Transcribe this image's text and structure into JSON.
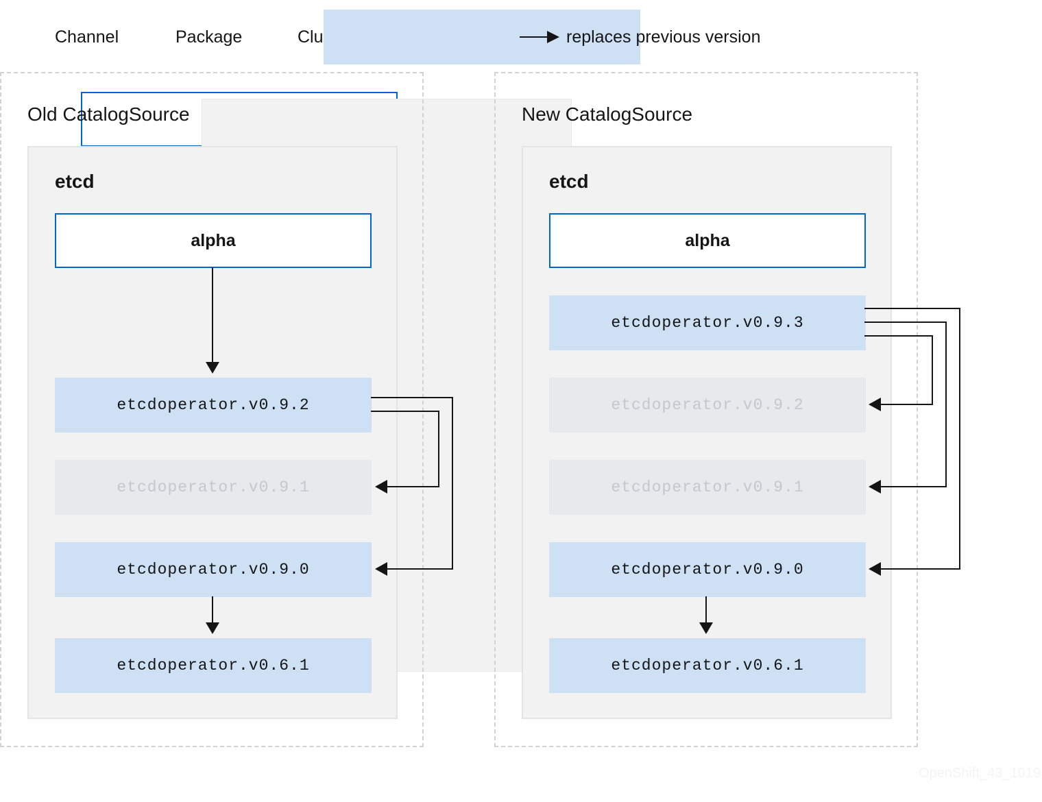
{
  "legend": {
    "channel": "Channel",
    "package": "Package",
    "csv": "ClusterServiceVersion",
    "replaces": "replaces previous version"
  },
  "old_catalog": {
    "title": "Old CatalogSource",
    "package": "etcd",
    "channel": "alpha",
    "csvs": [
      "etcdoperator.v0.9.2",
      "etcdoperator.v0.9.1",
      "etcdoperator.v0.9.0",
      "etcdoperator.v0.6.1"
    ]
  },
  "new_catalog": {
    "title": "New CatalogSource",
    "package": "etcd",
    "channel": "alpha",
    "csvs": [
      "etcdoperator.v0.9.3",
      "etcdoperator.v0.9.2",
      "etcdoperator.v0.9.1",
      "etcdoperator.v0.9.0",
      "etcdoperator.v0.6.1"
    ]
  },
  "watermark": "OpenShift_43_1019",
  "colors": {
    "channel_border": "#0066cc",
    "package_bg": "#f2f2f2",
    "csv_active": "#cde0f4",
    "csv_faded": "#e7e9ec",
    "faded_text": "#c4c7cc"
  }
}
